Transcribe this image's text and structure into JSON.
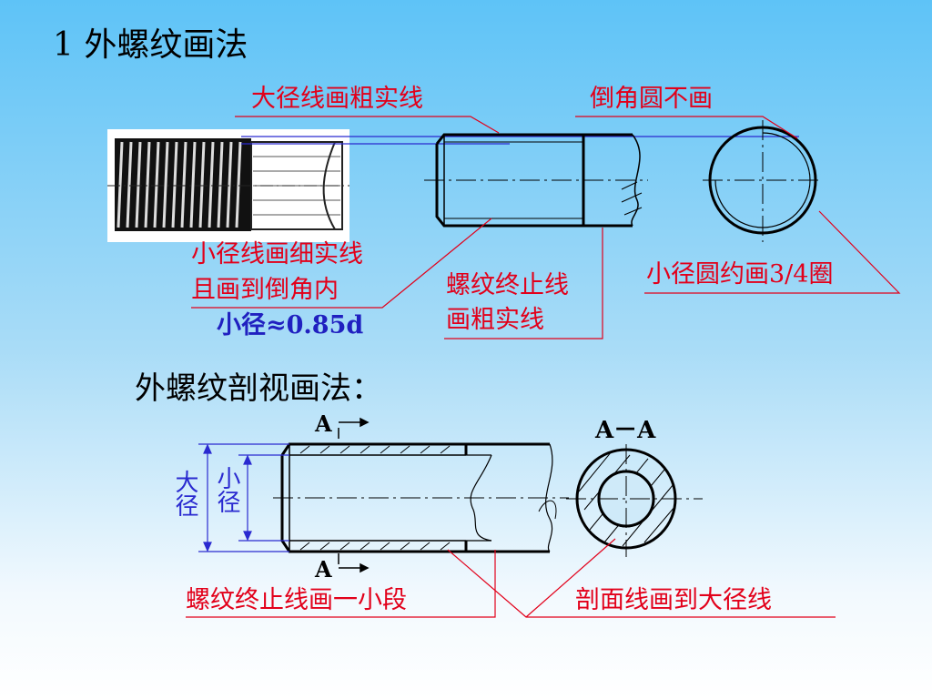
{
  "slide": {
    "title": "1  外螺纹画法",
    "subtitle": "外螺纹剖视画法：",
    "colors": {
      "annotation": "#e2001a",
      "blue_note": "#2020c0",
      "drawing": "#000000",
      "leader_blue": "#2a2ad0"
    }
  },
  "labels": {
    "major_line": "大径线画粗实线",
    "no_chamfer": "倒角圆不画",
    "minor_line_1": "小径线画细实线",
    "minor_line_2": "且画到倒角内",
    "minor_formula": "小径≈0.85d",
    "stop_line_1": "螺纹终止线",
    "stop_line_2": "画粗实线",
    "minor_circle": "小径圆约画3/4圈",
    "section_a_top": "A",
    "section_a_bottom": "A",
    "section_title": "A－A",
    "major_dim": "大径",
    "minor_dim": "小径",
    "stop_short": "螺纹终止线画一小段",
    "hatch_to_major": "剖面线画到大径线"
  }
}
